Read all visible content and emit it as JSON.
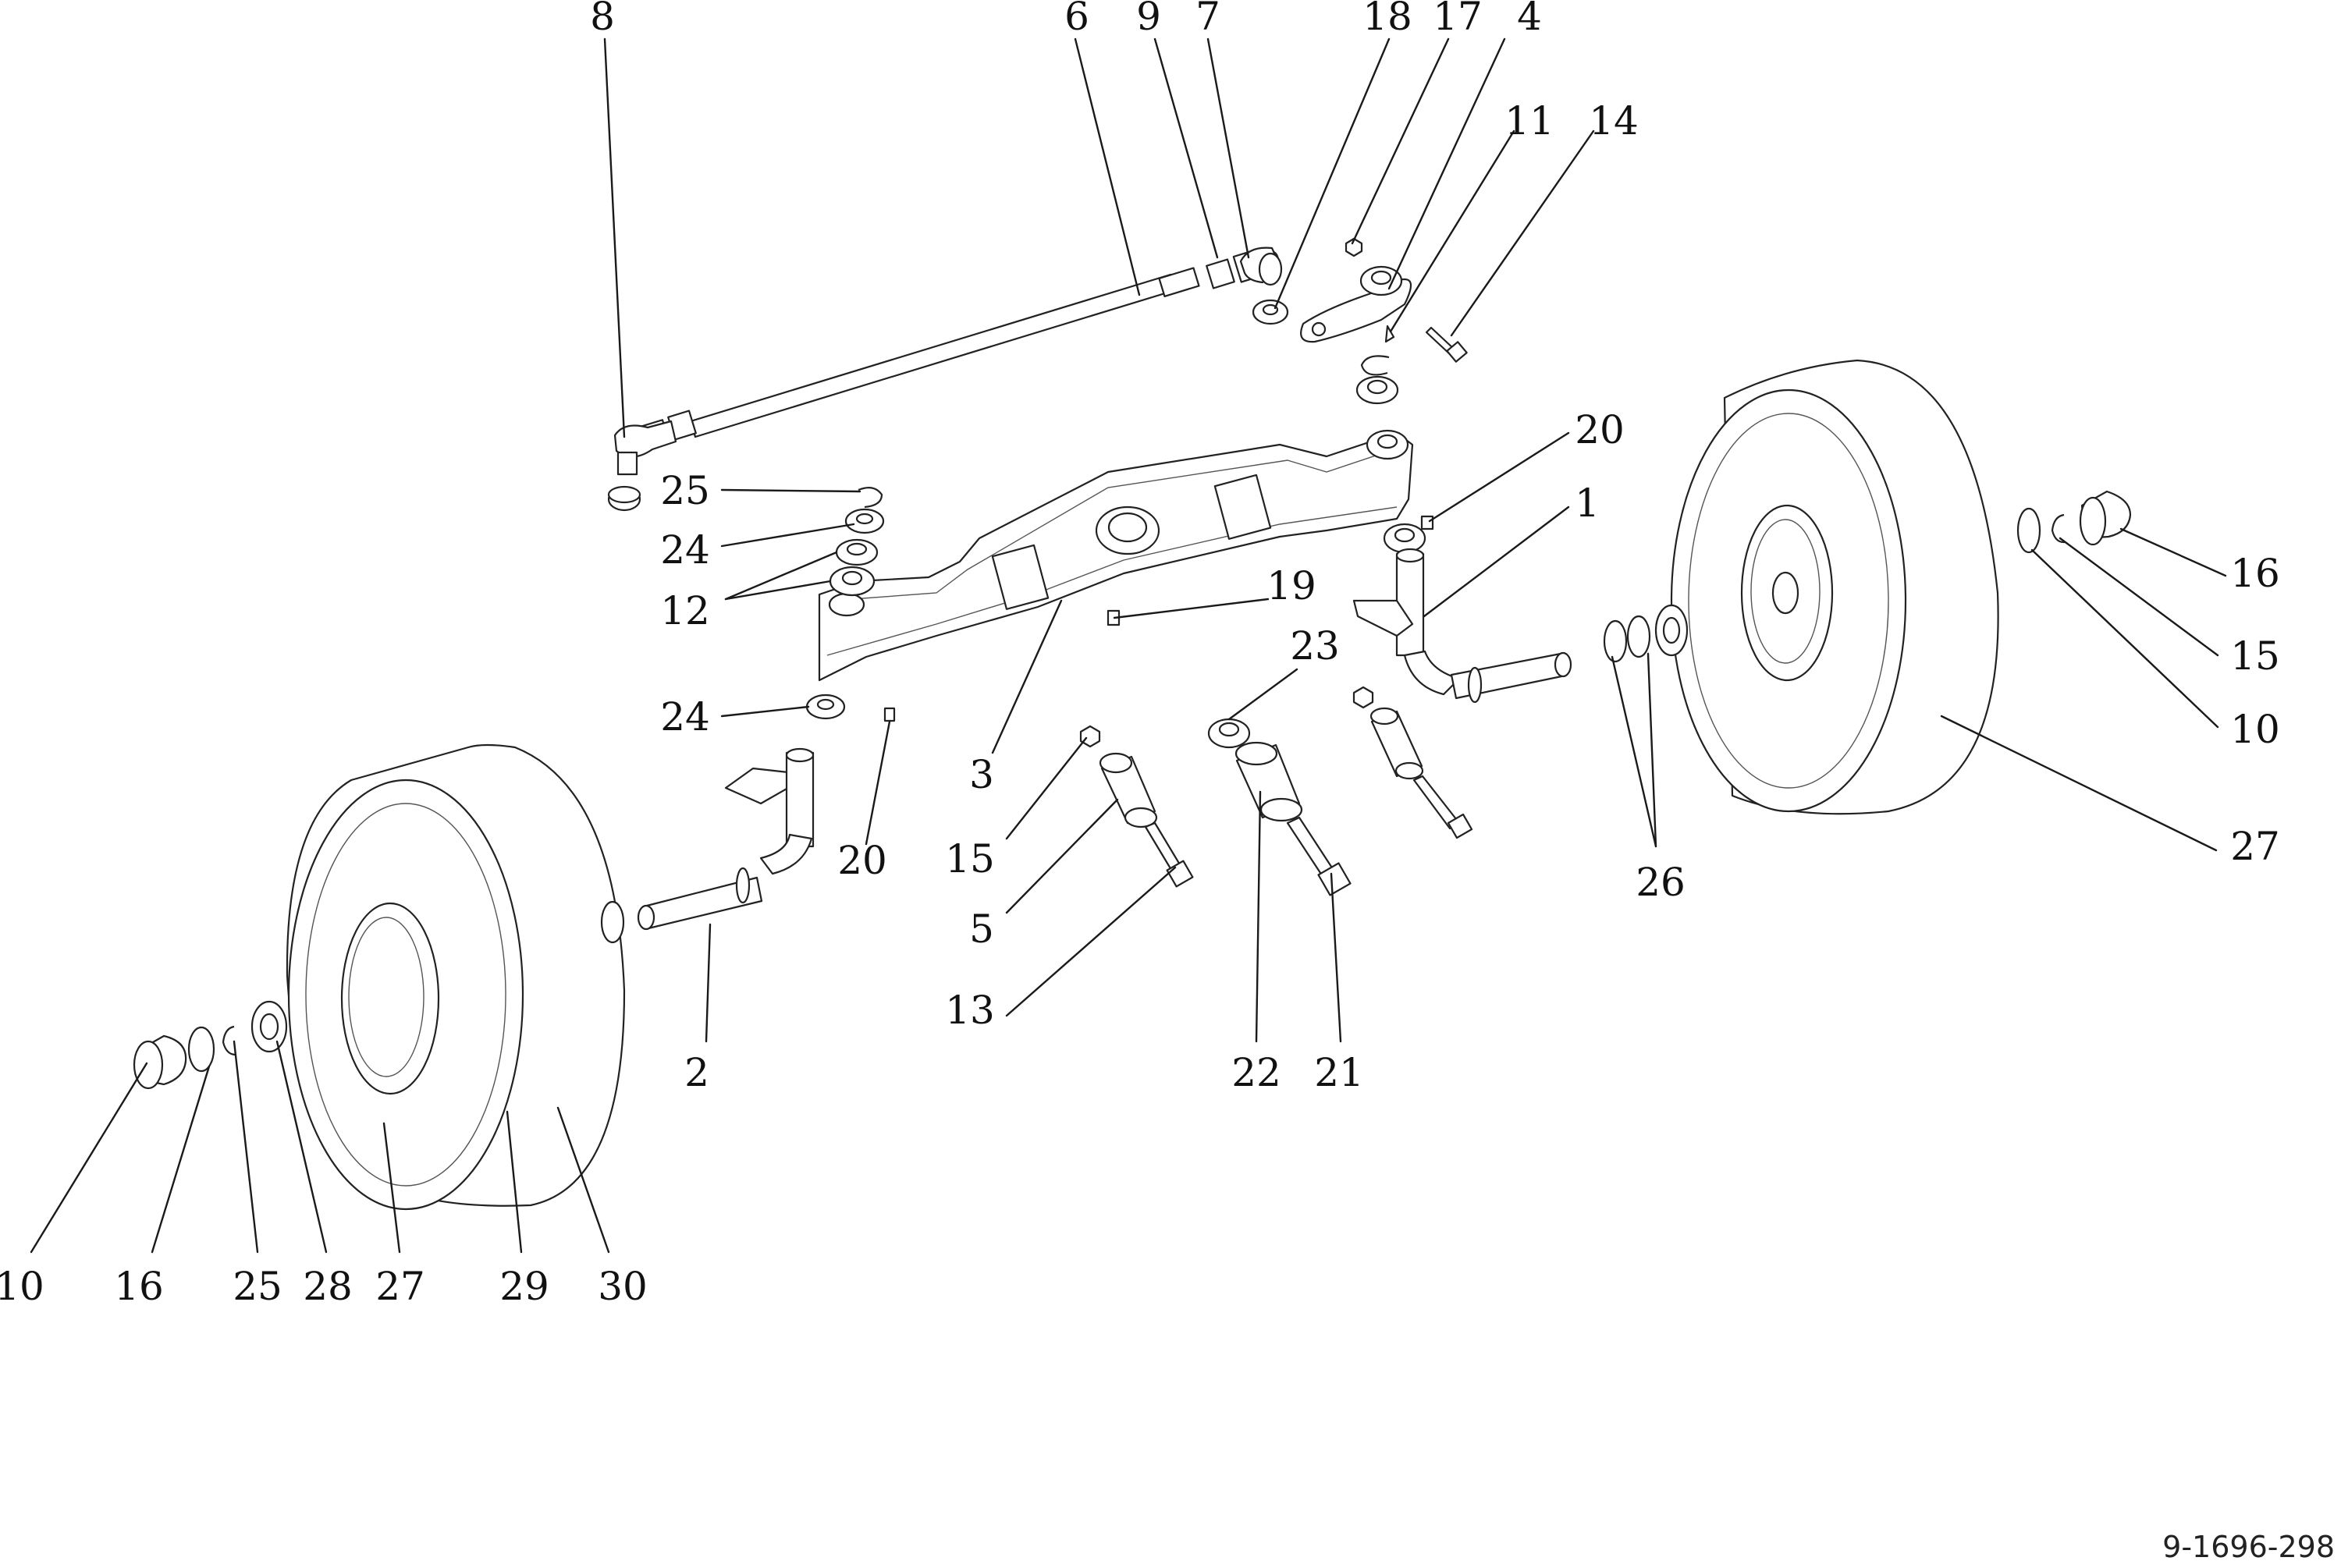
{
  "diagram": {
    "drawing_code": "9-1696-298",
    "callouts": {
      "c8": "8",
      "c6": "6",
      "c9": "9",
      "c7": "7",
      "c18": "18",
      "c17": "17",
      "c4": "4",
      "c11": "11",
      "c14": "14",
      "c20a": "20",
      "c1": "1",
      "c25a": "25",
      "c24a": "24",
      "c12": "12",
      "c19": "19",
      "c23": "23",
      "c24b": "24",
      "c3": "3",
      "c20b": "20",
      "c15a": "15",
      "c5": "5",
      "c13": "13",
      "c22": "22",
      "c21": "21",
      "c2": "2",
      "c16a": "16",
      "c15b": "15",
      "c10a": "10",
      "c27a": "27",
      "c26": "26",
      "c10b": "10",
      "c16b": "16",
      "c25b": "25",
      "c28": "28",
      "c27b": "27",
      "c29": "29",
      "c30": "30"
    }
  }
}
